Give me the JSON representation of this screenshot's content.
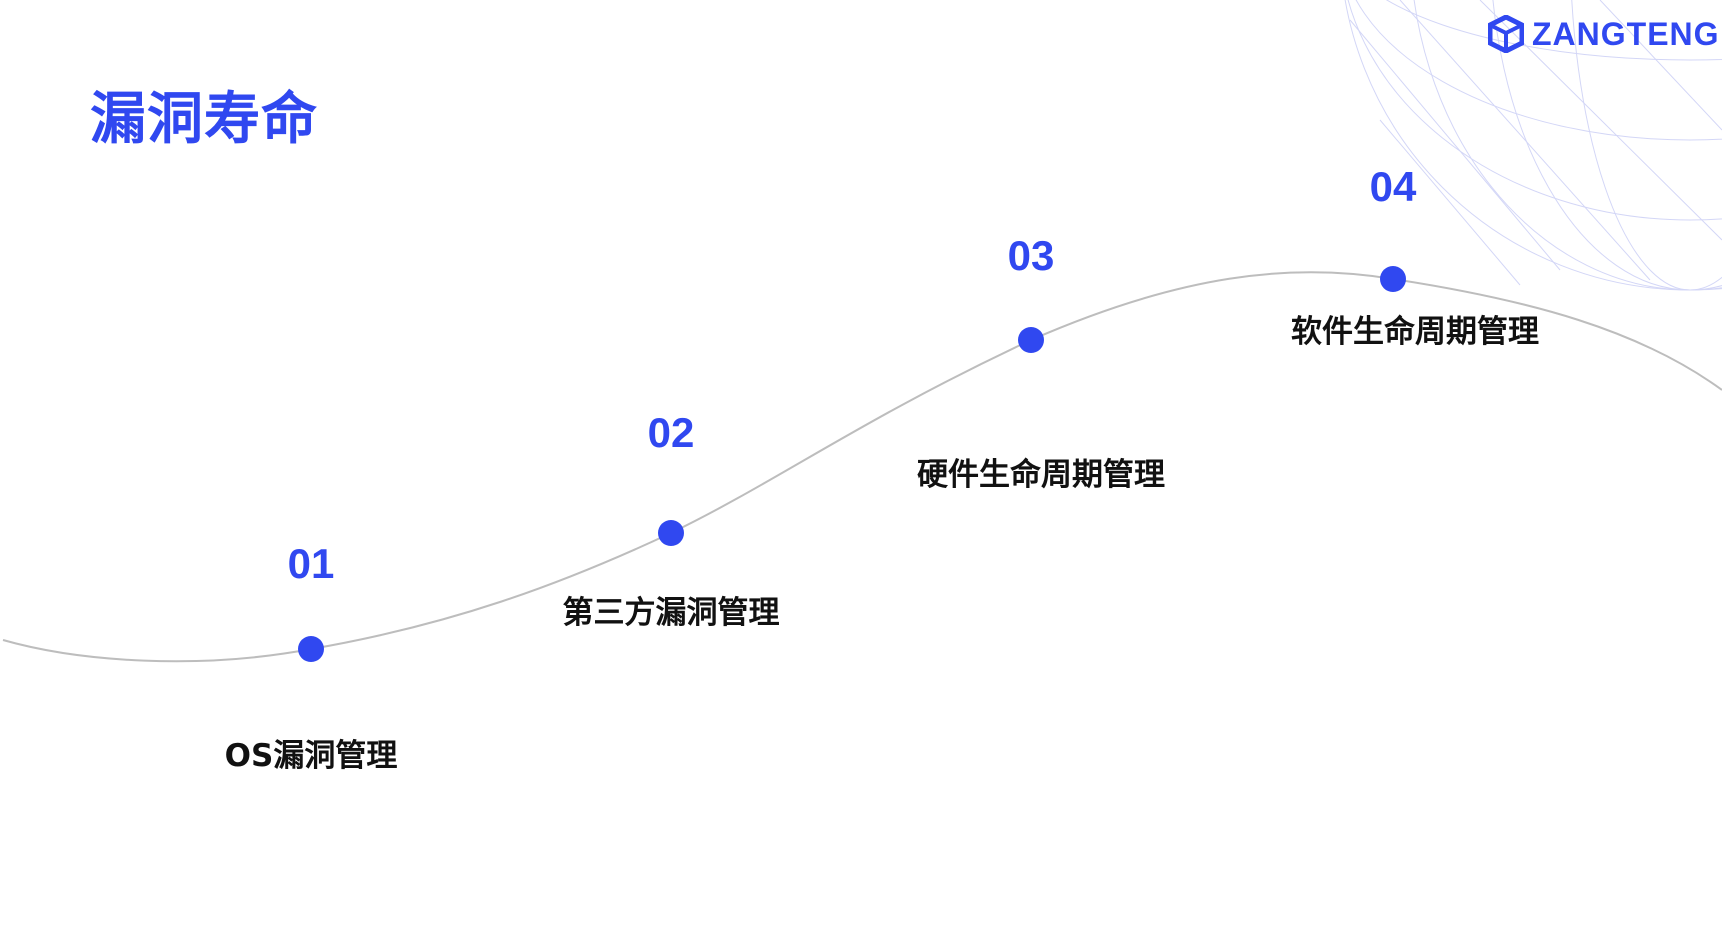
{
  "title": "漏洞寿命",
  "logo": {
    "text": "ZANGTENG"
  },
  "accent_color": "#3048f0",
  "steps": [
    {
      "number": "01",
      "label": "OS漏洞管理"
    },
    {
      "number": "02",
      "label": "第三方漏洞管理"
    },
    {
      "number": "03",
      "label": "硬件生命周期管理"
    },
    {
      "number": "04",
      "label": "软件生命周期管理"
    }
  ]
}
